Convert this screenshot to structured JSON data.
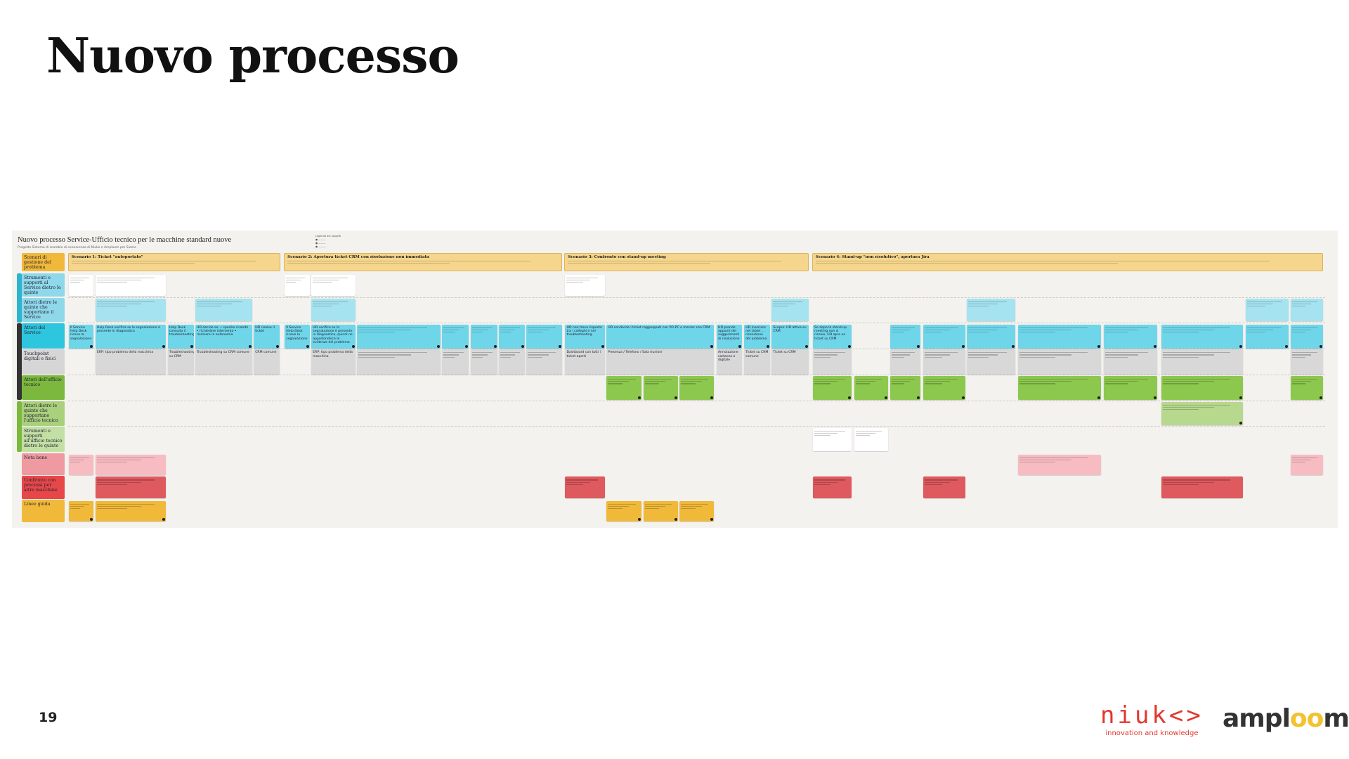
{
  "slide": {
    "title": "Nuovo processo",
    "page_number": "19"
  },
  "diagram": {
    "title": "Nuovo processo Service-Ufficio tecnico per le macchine standard nuove",
    "subtitle": "Progetto Sistema di scambio di conoscenza di Niuko e Amploom per Siome",
    "legend_title": "Legenda dei progetti",
    "scenario_header": "Scenari di gestione del problema",
    "scenarios": [
      {
        "title": "Scenario 1: Ticket \"autoportato\""
      },
      {
        "title": "Scenario 2: Apertura ticket CRM con risoluzione non immediata"
      },
      {
        "title": "Scenario 3: Confronto con stand-up meeting"
      },
      {
        "title": "Scenario 4: Stand-up \"non risolutivo\", apertura Jira"
      }
    ],
    "lanes": [
      "Strumenti e supporti al Service dietro le quinte",
      "Attori dietro le quinte che supportano il Service",
      "Attori del Service",
      "Touchpoint digitali e fisici",
      "Attori dell'ufficio tecnico",
      "Attori dietro le quinte che supportano l'ufficio tecnico",
      "Strumenti e supporti all'ufficio tecnico dietro le quinte",
      "Nota bene",
      "Confronto con processi per altre macchine",
      "Linee guida"
    ],
    "service_actions": [
      "Il Service Help Desk riceve la segnalazione",
      "Help Desk verifica se la segnalazione è presente in diagnostica",
      "Help Desk consulta il troubleshooting",
      "HD decide se: • spedire ricambi • richiedere intervento • risolvere in autonomia",
      "HD risolve il ticket",
      "Il Service Help Desk riceve la segnalazione",
      "HD verifica se la segnalazione è presente in diagnostica, quindi ne approfondisce le evidenze del problema",
      "HD non trova risposta tra i colleghi e nel troubleshooting",
      "HD condivide i ticket raggruppati con PO-PC e mentor con CRM",
      "HD prende appunti dei suggerimenti di risoluzione",
      "HD inserisce nel ticket ... risoluzione del problema",
      "Scopre: HD attiva su CRM",
      "Se dopo lo stand-up meeting non si risolve, HD apre un ticket su CRM"
    ],
    "touchpoints": [
      "ERP: tipo problema della macchina",
      "Troubleshooting su CRM comune",
      "Troubleshooting su CRM",
      "CRM comune",
      "ERP: tipo problema della macchina",
      "Dashboard con tutti i ticket aperti",
      "Presenza / Telefono / Sala riunioni",
      "Annotazione cartacea o digitale",
      "Ticket su CRM comune",
      "Ticket su CRM"
    ]
  },
  "logos": {
    "niuko": "niuk<>",
    "niuko_tagline": "innovation and knowledge",
    "amploom_a": "ampl",
    "amploom_b": "oo",
    "amploom_c": "m"
  }
}
